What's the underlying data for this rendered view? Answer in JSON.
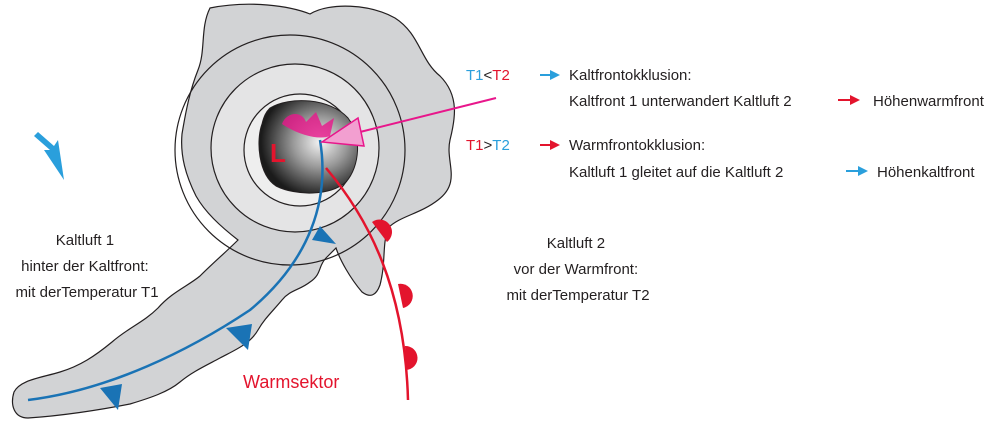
{
  "colors": {
    "cold_front": "#1a73b5",
    "warm_front": "#e3142d",
    "occlusion": "#e8168b",
    "occlusion_head": "#f29fd0",
    "cold_air_arrow": "#2a9fdc",
    "t1": "#2a9fdc",
    "t2": "#e3142d",
    "air_mass_fill": "#d2d3d5",
    "text": "#231f20"
  },
  "low": {
    "label": "L"
  },
  "cold_air_1": {
    "line1": "Kaltluft 1",
    "line2": "hinter der Kaltfront:",
    "line3": "mit derTemperatur T1"
  },
  "cold_air_2": {
    "line1": "Kaltluft 2",
    "line2": "vor der Warmfront:",
    "line3": "mit derTemperatur T2"
  },
  "warm_sector": {
    "label": "Warmsektor"
  },
  "cold_occlusion": {
    "t1": "T1",
    "op": "<",
    "t2": "T2",
    "title": "Kaltfrontokklusion:",
    "desc": "Kaltfront 1 unterwandert Kaltluft 2",
    "result": "Höhenwarmfront"
  },
  "warm_occlusion": {
    "t1": "T1",
    "op": ">",
    "t2": "T2",
    "title": "Warmfrontokklusion:",
    "desc": "Kaltluft 1 gleitet auf die Kaltluft 2",
    "result": "Höhenkaltfront"
  }
}
